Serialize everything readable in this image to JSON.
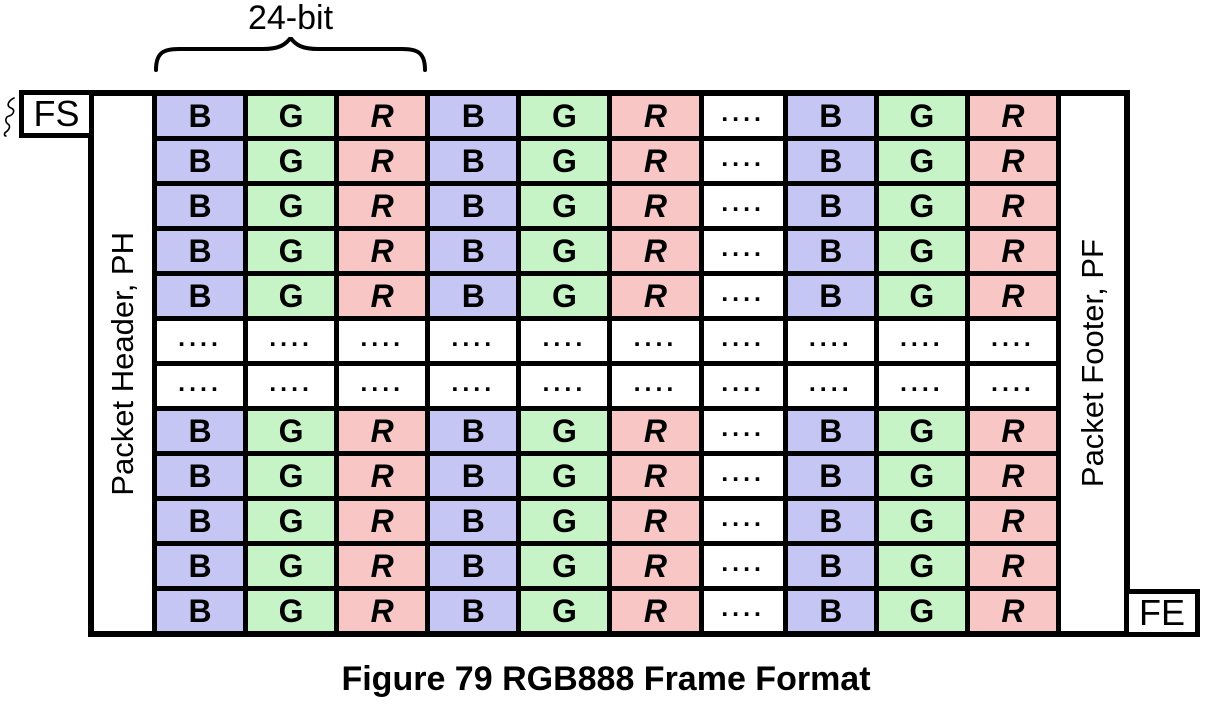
{
  "figure": {
    "caption": "Figure 79 RGB888 Frame Format",
    "bit_label": "24-bit",
    "frame_start_label": "FS",
    "frame_end_label": "FE",
    "packet_header_label": "Packet Header, PH",
    "packet_footer_label": "Packet Footer, PF"
  },
  "colors": {
    "blue_cell": "#C6C6F4",
    "green_cell": "#C6F4C6",
    "red_cell": "#F9C6C6",
    "line": "#000000",
    "background": "#FFFFFF"
  },
  "grid": {
    "num_rows": 12,
    "num_columns": 10,
    "row_pattern": [
      "B",
      "G",
      "R",
      "B",
      "G",
      "R",
      "....",
      "B",
      "G",
      "R"
    ],
    "row_types": [
      "pixel",
      "pixel",
      "pixel",
      "pixel",
      "pixel",
      "dots",
      "dots",
      "pixel",
      "pixel",
      "pixel",
      "pixel",
      "pixel"
    ],
    "dots_text": "...."
  }
}
